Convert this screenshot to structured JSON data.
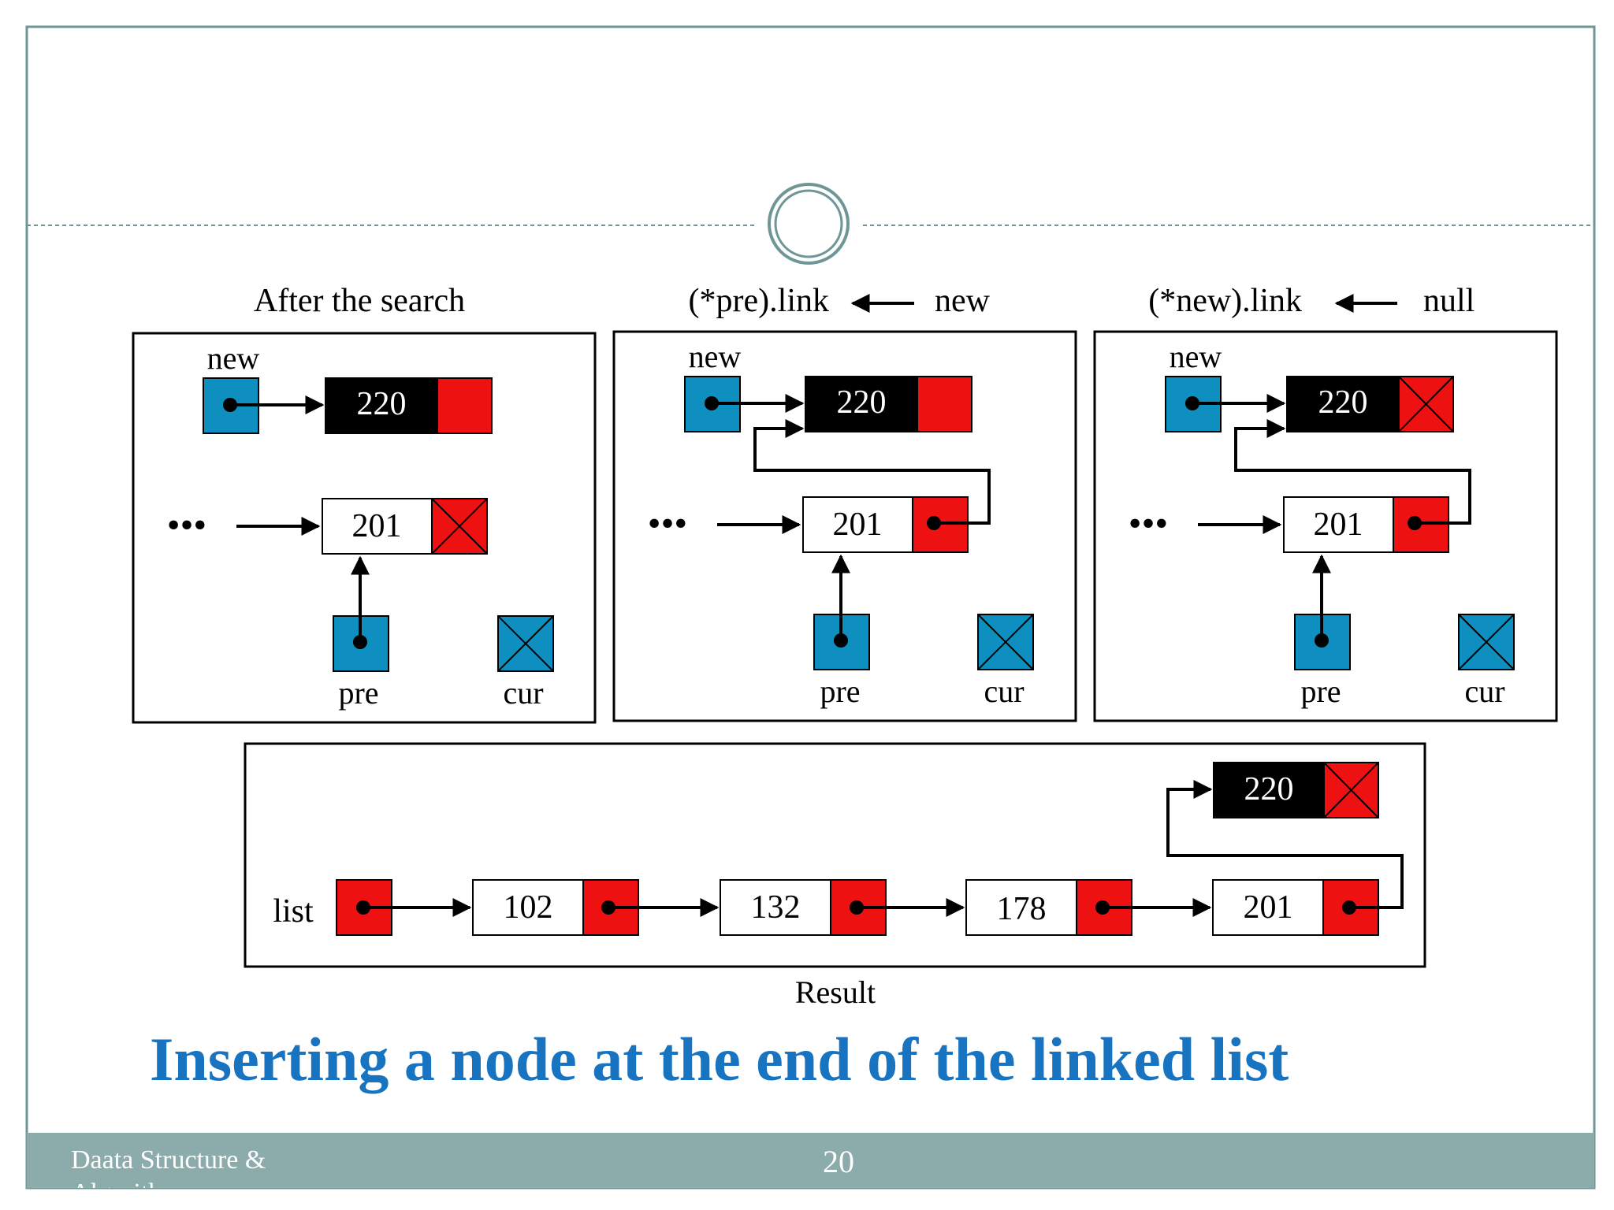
{
  "colors": {
    "pointer_box": "#0f8fbf",
    "link_red": "#ee1111",
    "data_black": "#000000",
    "heading_blue": "#1873c0",
    "footer_bg": "#8cabab",
    "frame_border": "#6f9696"
  },
  "panels": [
    {
      "title": "After the search",
      "new_label": "new",
      "new_node_value": "220",
      "new_node_link": "red",
      "dots": "•••",
      "cur_node_value": "201",
      "cur_node_link": "null",
      "pre_label": "pre",
      "cur_label": "cur"
    },
    {
      "title_left": "(*pre).link",
      "title_right": "new",
      "new_label": "new",
      "new_node_value": "220",
      "new_node_link": "red",
      "dots": "•••",
      "cur_node_value": "201",
      "cur_node_link": "pointer",
      "pre_label": "pre",
      "cur_label": "cur"
    },
    {
      "title_left": "(*new).link",
      "title_right": "null",
      "new_label": "new",
      "new_node_value": "220",
      "new_node_link": "null",
      "dots": "•••",
      "cur_node_value": "201",
      "cur_node_link": "pointer",
      "pre_label": "pre",
      "cur_label": "cur"
    }
  ],
  "result": {
    "list_label": "list",
    "nodes": [
      "102",
      "132",
      "178",
      "201"
    ],
    "new_node": "220",
    "caption": "Result"
  },
  "heading": "Inserting a node at the end of the linked list",
  "footer": {
    "left_text": "Daata Structure & Algorithm",
    "page_number": "20"
  }
}
